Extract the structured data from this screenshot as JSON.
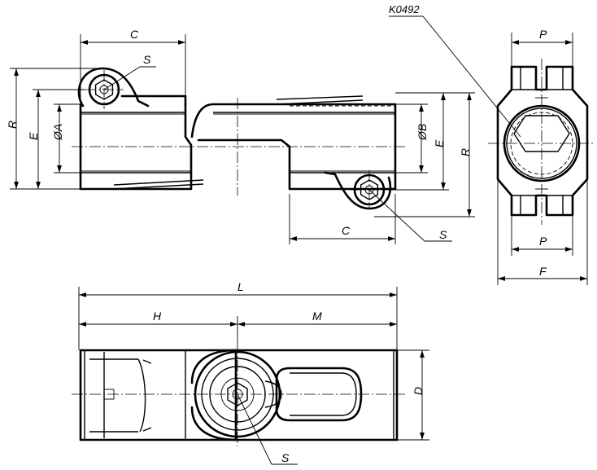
{
  "part_code": "K0492",
  "dimensions": {
    "C": "C",
    "S": "S",
    "R": "R",
    "E": "E",
    "A": "ØA",
    "B": "ØB",
    "P": "P",
    "F": "F",
    "L": "L",
    "H": "H",
    "M": "M",
    "D": "D"
  }
}
